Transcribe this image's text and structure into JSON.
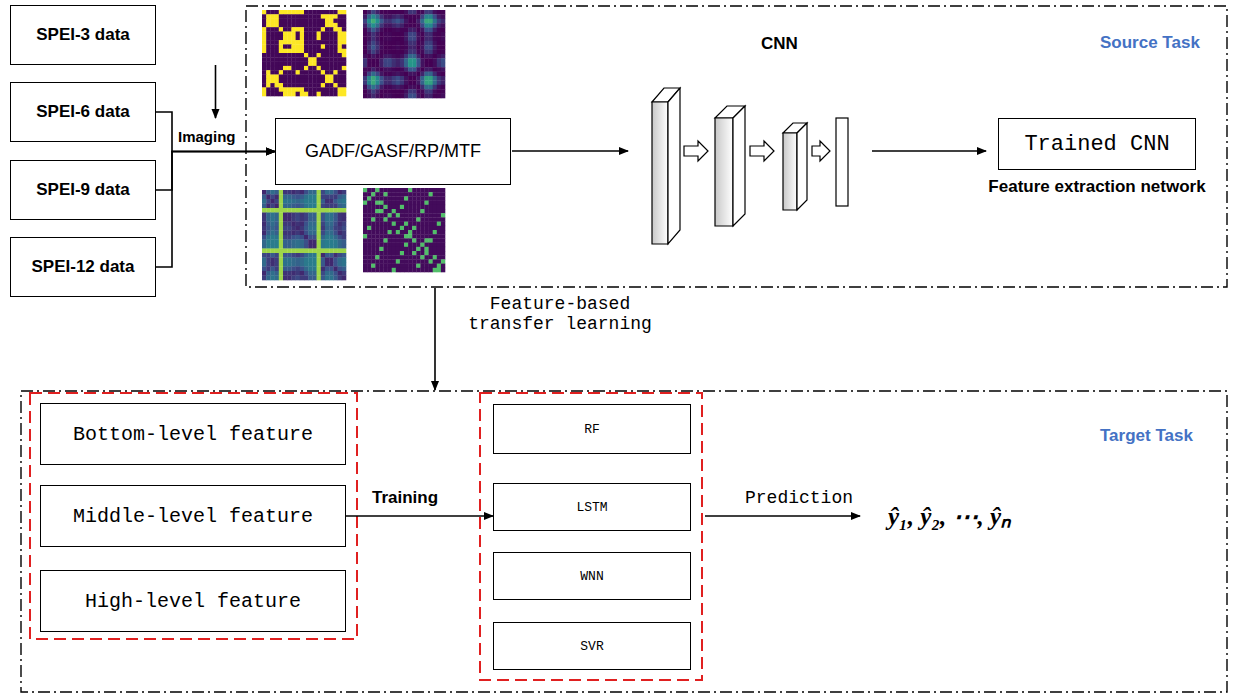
{
  "diagram": {
    "nodes": [
      {
        "text": [
          "SPEI-3 data"
        ]
      },
      {
        "text": [
          "SPEI-6 data"
        ]
      },
      {
        "text": [
          "SPEI-9 data"
        ]
      },
      {
        "text": [
          "SPEI-12 data"
        ]
      },
      {
        "text": [
          "Source Task"
        ]
      },
      {
        "text": [
          "GADF/GASF/RP/MTF"
        ],
        "in": 4
      },
      {
        "text": [
          "Trained CNN",
          "Feature extraction network"
        ],
        "in": 4
      },
      {
        "text": [
          "Target Task"
        ]
      },
      {
        "text": [
          "Bottom-level feature"
        ],
        "in": 7
      },
      {
        "text": [
          "Middle-level feature"
        ],
        "in": 7
      },
      {
        "text": [
          "High-level feature"
        ],
        "in": 7
      },
      {
        "text": [
          "RF"
        ],
        "in": 7
      },
      {
        "text": [
          "LSTM"
        ],
        "in": 7
      },
      {
        "text": [
          "WNN"
        ],
        "in": 7
      },
      {
        "text": [
          "SVR"
        ],
        "in": 7
      }
    ],
    "edges": [
      {
        "from": 0,
        "to": 5,
        "arrow": "to",
        "label": "Imaging"
      },
      {
        "from": 1,
        "to": 5,
        "arrow": "to"
      },
      {
        "from": 2,
        "to": 5,
        "arrow": "to"
      },
      {
        "from": 3,
        "to": 5,
        "arrow": "to"
      },
      {
        "from": 4,
        "to": 7,
        "arrow": "to",
        "label": "Feature-based transfer learning"
      },
      {
        "from": 9,
        "to": 12,
        "arrow": "to",
        "label": "Training"
      }
    ],
    "labels": [
      "CNN",
      "Prediction",
      "ŷ₁, ŷ₂, ⋯, ŷₙ"
    ]
  }
}
